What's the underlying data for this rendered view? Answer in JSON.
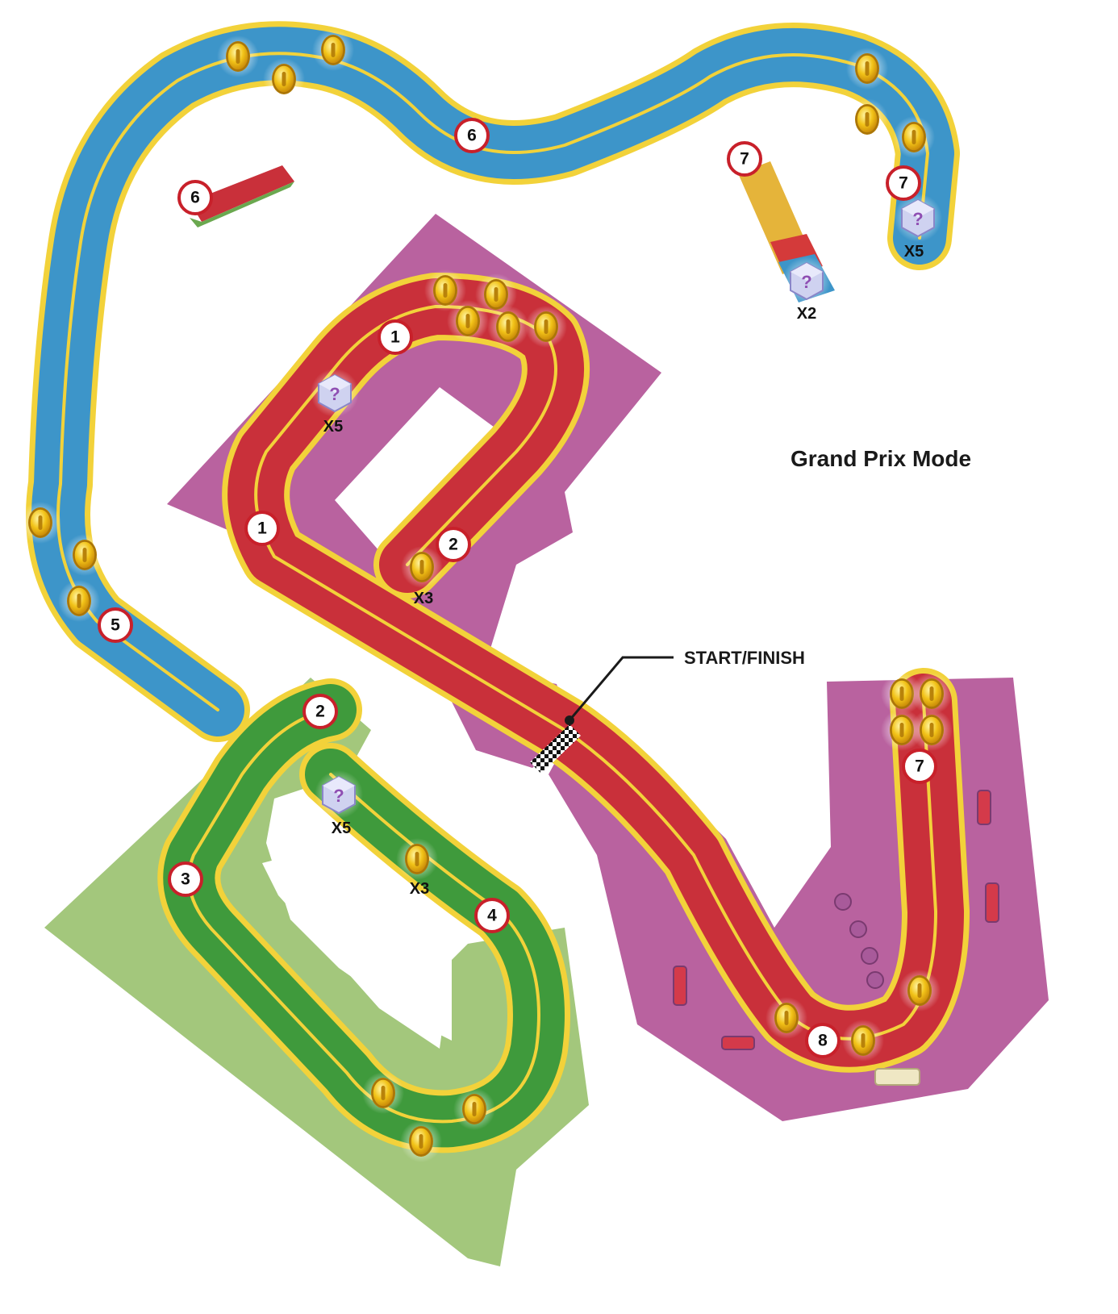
{
  "title": "Grand Prix Mode",
  "start_finish_label": "START/FINISH",
  "colors": {
    "magenta_zone": "#b9629f",
    "green_zone": "#a3c77c",
    "red_track": "#c9303a",
    "blue_track": "#3d95c9",
    "green_track": "#3f9a3c",
    "track_edge": "#f2d23a",
    "coin": "#f2c318",
    "marker_ring": "#c8202a"
  },
  "icons": [
    "coin-icon",
    "item-box-icon",
    "section-marker-icon",
    "checkered-flag-icon",
    "cone-obstacle-icon"
  ],
  "section_markers": [
    {
      "id": "marker-1a",
      "label": "1"
    },
    {
      "id": "marker-1b",
      "label": "1"
    },
    {
      "id": "marker-2a",
      "label": "2"
    },
    {
      "id": "marker-2b",
      "label": "2"
    },
    {
      "id": "marker-3",
      "label": "3"
    },
    {
      "id": "marker-4",
      "label": "4"
    },
    {
      "id": "marker-5",
      "label": "5"
    },
    {
      "id": "marker-6a",
      "label": "6"
    },
    {
      "id": "marker-6b",
      "label": "6"
    },
    {
      "id": "marker-7a",
      "label": "7"
    },
    {
      "id": "marker-7b",
      "label": "7"
    },
    {
      "id": "marker-7c",
      "label": "7"
    },
    {
      "id": "marker-8",
      "label": "8"
    }
  ],
  "multipliers": [
    {
      "id": "mult-x5-red",
      "label": "X5"
    },
    {
      "id": "mult-x3-red",
      "label": "X3"
    },
    {
      "id": "mult-x5-green",
      "label": "X5"
    },
    {
      "id": "mult-x3-green",
      "label": "X3"
    },
    {
      "id": "mult-x5-blue",
      "label": "X5"
    },
    {
      "id": "mult-x2-blue",
      "label": "X2"
    }
  ]
}
